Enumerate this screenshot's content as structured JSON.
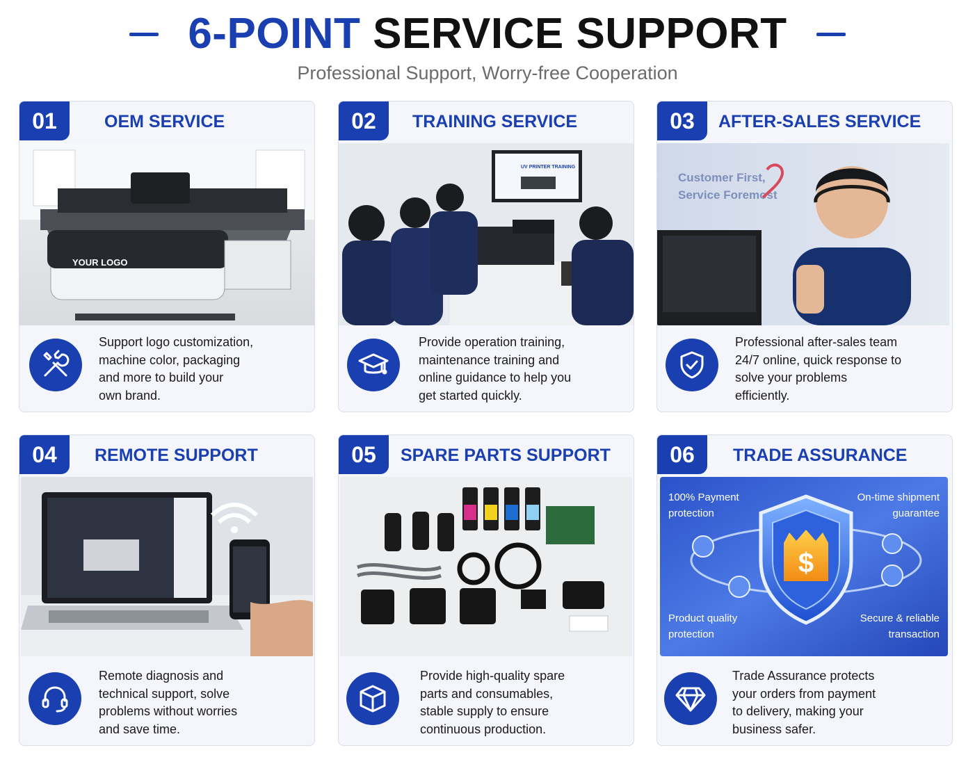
{
  "header": {
    "title_accent": "6-POINT",
    "title_rest": "SERVICE SUPPORT",
    "subtitle": "Professional Support, Worry-free Cooperation"
  },
  "colors": {
    "brand_blue": "#1a3fb0",
    "card_bg": "#f5f6fb",
    "subtitle_gray": "#6b6b6b"
  },
  "cards": [
    {
      "number": "01",
      "title": "OEM SERVICE",
      "icon": "tools-icon",
      "photo_label": "YOUR LOGO",
      "desc": [
        "Support logo customization,",
        "machine color, packaging",
        "and more to build your",
        "own brand."
      ]
    },
    {
      "number": "02",
      "title": "TRAINING SERVICE",
      "icon": "graduation-cap-icon",
      "photo_label": "UV PRINTER TRAINING",
      "desc": [
        "Provide operation training,",
        "maintenance training and",
        "online guidance to help you",
        "get started quickly."
      ]
    },
    {
      "number": "03",
      "title": "AFTER-SALES SERVICE",
      "icon": "shield-check-icon",
      "photo_label_line1": "Customer First,",
      "photo_label_line2": "Service Foremost",
      "desc": [
        "Professional after-sales team",
        "24/7 online, quick response to",
        "solve your problems",
        "efficiently."
      ]
    },
    {
      "number": "04",
      "title": "REMOTE SUPPORT",
      "icon": "headset-icon",
      "desc": [
        "Remote diagnosis and",
        "technical support, solve",
        "problems without worries",
        "and save time."
      ]
    },
    {
      "number": "05",
      "title": "SPARE PARTS SUPPORT",
      "icon": "box-icon",
      "desc": [
        "Provide high-quality spare",
        "parts and consumables,",
        "stable supply to ensure",
        "continuous production."
      ]
    },
    {
      "number": "06",
      "title": "TRADE ASSURANCE",
      "icon": "diamond-icon",
      "assurance": {
        "top_left": [
          "100% Payment",
          "protection"
        ],
        "top_right": [
          "On-time shipment",
          "guarantee"
        ],
        "bottom_left": [
          "Product quality",
          "protection"
        ],
        "bottom_right": [
          "Secure & reliable",
          "transaction"
        ],
        "shield_symbol": "$"
      },
      "desc": [
        "Trade Assurance protects",
        "your orders from payment",
        "to delivery, making your",
        "business safer."
      ]
    }
  ]
}
